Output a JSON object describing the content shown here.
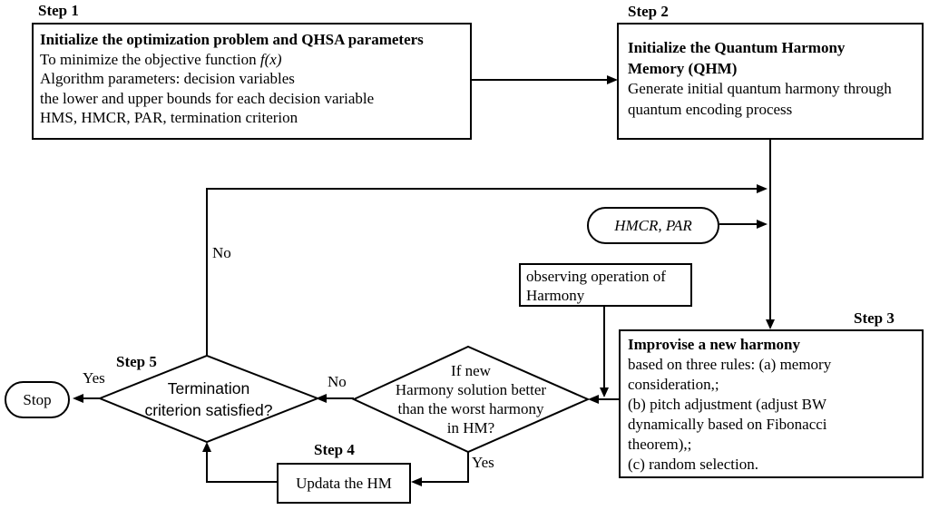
{
  "diagram": {
    "type": "flowchart",
    "subject": "Quantum Harmony Search Algorithm (QHSA) flow",
    "colors": {
      "line": "#000000",
      "fill": "#ffffff",
      "text": "#000000"
    },
    "nodes": {
      "step1": {
        "step_label": "Step 1",
        "title": "Initialize the optimization problem and QHSA parameters",
        "line1_pre": "To minimize the objective function ",
        "line1_italic": "f(x)",
        "line2": "Algorithm parameters: decision variables",
        "line3": "the lower and upper bounds for each decision variable",
        "line4": "HMS, HMCR, PAR, termination criterion"
      },
      "step2": {
        "step_label": "Step 2",
        "title_line1": "Initialize the Quantum Harmony",
        "title_line2": "Memory (QHM)",
        "body_line1": "Generate initial quantum harmony through",
        "body_line2": "quantum encoding process"
      },
      "hmcr_par": {
        "label": "HMCR, PAR"
      },
      "observing": {
        "line1": "observing operation of",
        "line2": "Harmony"
      },
      "step3": {
        "step_label": "Step 3",
        "title": "Improvise a new harmony",
        "lines": [
          "based on three rules: (a) memory",
          "consideration,;",
          "(b) pitch adjustment (adjust BW",
          "dynamically based on Fibonacci",
          "theorem),;",
          "(c) random selection."
        ]
      },
      "decision_new_harmony": {
        "lines": [
          "If new",
          "Harmony solution better",
          "than the worst harmony",
          "in HM?"
        ]
      },
      "step4": {
        "step_label": "Step 4",
        "label": "Updata the HM"
      },
      "decision_termination": {
        "step_label": "Step 5",
        "line1": "Termination",
        "line2": "criterion satisfied?"
      },
      "stop": {
        "label": "Stop"
      }
    },
    "edge_labels": {
      "no_feedback": "No",
      "no_between_decisions": "No",
      "yes_to_stop": "Yes",
      "yes_to_update": "Yes"
    }
  }
}
